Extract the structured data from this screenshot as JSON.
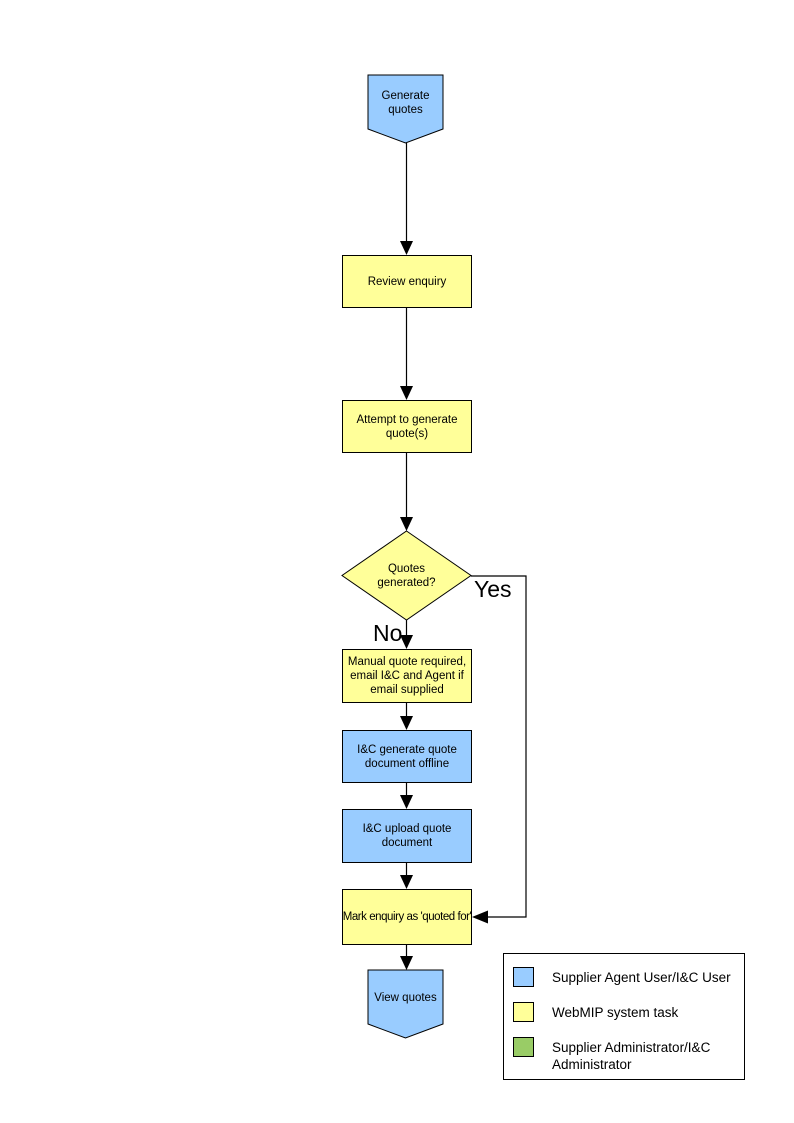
{
  "colors": {
    "supplier_agent_user_blue": "#99ccff",
    "webmip_system_task_yellow": "#ffff99",
    "supplier_administrator_green": "#99cc66",
    "outline_black": "#000000",
    "connector_black": "#000000"
  },
  "flowchart": {
    "nodes": {
      "start": {
        "label": "Generate\nquotes",
        "role": "supplier_agent_user",
        "shape": "pentagon-down"
      },
      "review_enquiry": {
        "label": "Review enquiry",
        "role": "webmip_system_task",
        "shape": "rect"
      },
      "attempt_generate": {
        "label": "Attempt to generate\nquote(s)",
        "role": "webmip_system_task",
        "shape": "rect"
      },
      "quotes_generated": {
        "label": "Quotes\ngenerated?",
        "role": "webmip_system_task",
        "shape": "diamond"
      },
      "manual_quote": {
        "label": "Manual quote required,\nemail I&C and Agent if\nemail supplied",
        "role": "webmip_system_task",
        "shape": "rect"
      },
      "ic_generate_offline": {
        "label": "I&C generate quote\ndocument offline",
        "role": "supplier_agent_user",
        "shape": "rect"
      },
      "ic_upload": {
        "label": "I&C upload quote\ndocument",
        "role": "supplier_agent_user",
        "shape": "rect"
      },
      "mark_quoted": {
        "label": "Mark enquiry as 'quoted for'",
        "role": "webmip_system_task",
        "shape": "rect"
      },
      "end": {
        "label": "View quotes",
        "role": "supplier_agent_user",
        "shape": "pentagon-down"
      }
    },
    "branch_labels": {
      "yes": "Yes",
      "no": "No"
    }
  },
  "legend": {
    "items": [
      {
        "color": "#99ccff",
        "label": "Supplier Agent User/I&C User"
      },
      {
        "color": "#ffff99",
        "label": "WebMIP system task"
      },
      {
        "color": "#99cc66",
        "label": "Supplier Administrator/I&C\nAdministrator"
      }
    ]
  }
}
